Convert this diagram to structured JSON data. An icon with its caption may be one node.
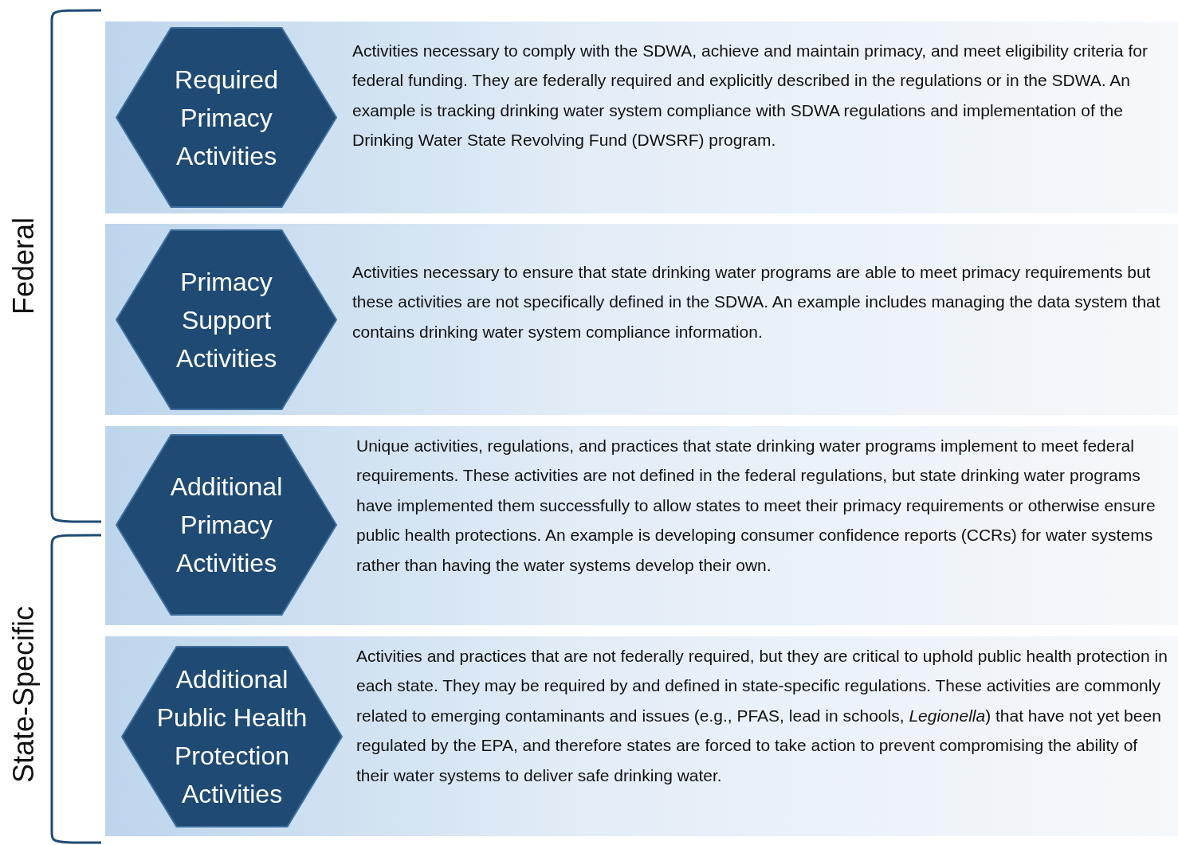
{
  "diagram": {
    "nodes": [
      {
        "text": [
          "Activities necessary to comply with the SDWA, achieve and maintain primacy, and meet eligibility criteria for federal funding. They are federally required and explicitly described in the regulations or in the SDWA. An example is tracking drinking water system compliance with SDWA regulations and implementation of the Drinking Water State Revolving Fund (DWSRF) program."
        ]
      },
      {
        "text": [
          "Required Primacy Activities"
        ],
        "in": 0
      },
      {
        "text": [
          "Activities necessary to ensure that state drinking water programs are able to meet primacy requirements but these activities are not specifically defined in the SDWA. An example includes managing the data system that contains drinking water system compliance information."
        ]
      },
      {
        "text": [
          "Primacy Support Activities"
        ],
        "in": 2
      },
      {
        "text": [
          "Unique activities, regulations, and practices that state drinking water programs implement to meet federal requirements. These activities are not defined in the federal regulations, but state drinking water programs have implemented them successfully to allow states to meet their primacy requirements or otherwise ensure public health protections. An example is developing consumer confidence reports (CCRs) for water systems rather than having the water systems develop their own."
        ]
      },
      {
        "text": [
          "Additional Primacy Activities"
        ],
        "in": 4
      },
      {
        "text": [
          "Activities and practices that are not federally required, but they are critical to uphold public health protection in each state. They may be required by and defined in state-specific regulations. These activities are commonly related to emerging contaminants and issues (e.g., PFAS, lead in schools, *Legionella*) that have not yet been regulated by the EPA, and therefore states are forced to take action to prevent compromising the ability of their water systems to deliver safe drinking water."
        ]
      },
      {
        "text": [
          "Additional Public Health Protection Activities"
        ],
        "in": 6
      }
    ],
    "labels": [
      "Federal",
      "State-Specific"
    ]
  }
}
